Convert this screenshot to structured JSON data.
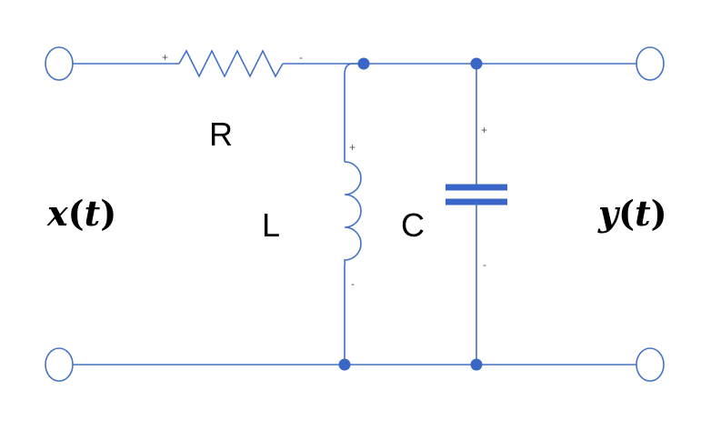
{
  "diagram": {
    "components": {
      "resistor": {
        "label": "R"
      },
      "inductor": {
        "label": "L"
      },
      "capacitor": {
        "label": "C"
      }
    },
    "signals": {
      "input_prefix": "x",
      "input_arg": "t",
      "output_prefix": "y",
      "output_arg": "t"
    },
    "polarity": {
      "resistor_plus": "+",
      "resistor_minus": "-",
      "inductor_plus": "+",
      "inductor_minus": "-",
      "capacitor_plus": "+",
      "capacitor_minus": "-"
    },
    "colors": {
      "wire": "#4472c4",
      "node": "#3a67c7",
      "text": "#000000"
    }
  }
}
